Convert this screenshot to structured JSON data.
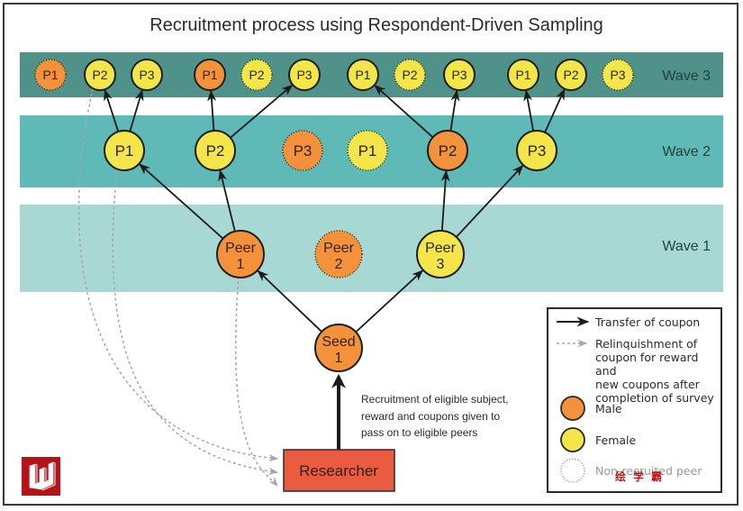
{
  "title": "Recruitment process using Respondent-Driven Sampling",
  "colors": {
    "male": "#f3923a",
    "female": "#f4e54a",
    "wave3_band": "#4e928a",
    "wave2_band": "#5fb9b6",
    "wave1_band": "#a8d8d3",
    "researcher": "#ea5b3f",
    "dashed": "#a6a6a6"
  },
  "waves": [
    {
      "label": "Wave 3"
    },
    {
      "label": "Wave 2"
    },
    {
      "label": "Wave 1"
    }
  ],
  "nodes": {
    "wave3": [
      {
        "label": "P1",
        "sex": "male",
        "recruited": false
      },
      {
        "label": "P2",
        "sex": "female",
        "recruited": true
      },
      {
        "label": "P3",
        "sex": "female",
        "recruited": true
      },
      {
        "label": "P1",
        "sex": "male",
        "recruited": true
      },
      {
        "label": "P2",
        "sex": "female",
        "recruited": false
      },
      {
        "label": "P3",
        "sex": "female",
        "recruited": true
      },
      {
        "label": "P1",
        "sex": "female",
        "recruited": true
      },
      {
        "label": "P2",
        "sex": "female",
        "recruited": false
      },
      {
        "label": "P3",
        "sex": "female",
        "recruited": true
      },
      {
        "label": "P1",
        "sex": "female",
        "recruited": true
      },
      {
        "label": "P2",
        "sex": "female",
        "recruited": true
      },
      {
        "label": "P3",
        "sex": "female",
        "recruited": false
      }
    ],
    "wave2": [
      {
        "label": "P1",
        "sex": "female",
        "recruited": true
      },
      {
        "label": "P2",
        "sex": "female",
        "recruited": true
      },
      {
        "label": "P3",
        "sex": "male",
        "recruited": false
      },
      {
        "label": "P1",
        "sex": "female",
        "recruited": false
      },
      {
        "label": "P2",
        "sex": "male",
        "recruited": true
      },
      {
        "label": "P3",
        "sex": "female",
        "recruited": true
      }
    ],
    "wave1": [
      {
        "label1": "Peer",
        "label2": "1",
        "sex": "male",
        "recruited": true
      },
      {
        "label1": "Peer",
        "label2": "2",
        "sex": "male",
        "recruited": false
      },
      {
        "label1": "Peer",
        "label2": "3",
        "sex": "female",
        "recruited": true
      }
    ],
    "seed": {
      "label1": "Seed",
      "label2": "1",
      "sex": "male",
      "recruited": true
    }
  },
  "edges": [
    {
      "from": "seed",
      "to": "wave1.0"
    },
    {
      "from": "seed",
      "to": "wave1.2"
    },
    {
      "from": "wave1.0",
      "to": "wave2.0"
    },
    {
      "from": "wave1.0",
      "to": "wave2.1"
    },
    {
      "from": "wave1.2",
      "to": "wave2.4"
    },
    {
      "from": "wave1.2",
      "to": "wave2.5"
    },
    {
      "from": "wave2.0",
      "to": "wave3.1"
    },
    {
      "from": "wave2.0",
      "to": "wave3.2"
    },
    {
      "from": "wave2.1",
      "to": "wave3.3"
    },
    {
      "from": "wave2.1",
      "to": "wave3.5"
    },
    {
      "from": "wave2.4",
      "to": "wave3.6"
    },
    {
      "from": "wave2.4",
      "to": "wave3.8"
    },
    {
      "from": "wave2.5",
      "to": "wave3.9"
    },
    {
      "from": "wave2.5",
      "to": "wave3.10"
    }
  ],
  "relinquish_edges": [
    {
      "from": "wave3.1",
      "to": "researcher"
    },
    {
      "from": "wave2.0",
      "to": "researcher"
    },
    {
      "from": "wave1.0",
      "to": "researcher"
    }
  ],
  "researcher": {
    "label": "Researcher"
  },
  "recruitment_note": [
    "Recruitment of eligible subject,",
    "reward and coupons given to",
    "pass on to eligible peers"
  ],
  "legend": {
    "transfer": "Transfer of coupon",
    "relinquish": [
      "Relinquishment of",
      "coupon for reward and",
      "new coupons after",
      "completion of survey"
    ],
    "male": "Male",
    "female": "Female",
    "non_recruited": "Non-recruited peer"
  },
  "watermark": "绘学霸",
  "logo_icon": "publisher-w-logo"
}
